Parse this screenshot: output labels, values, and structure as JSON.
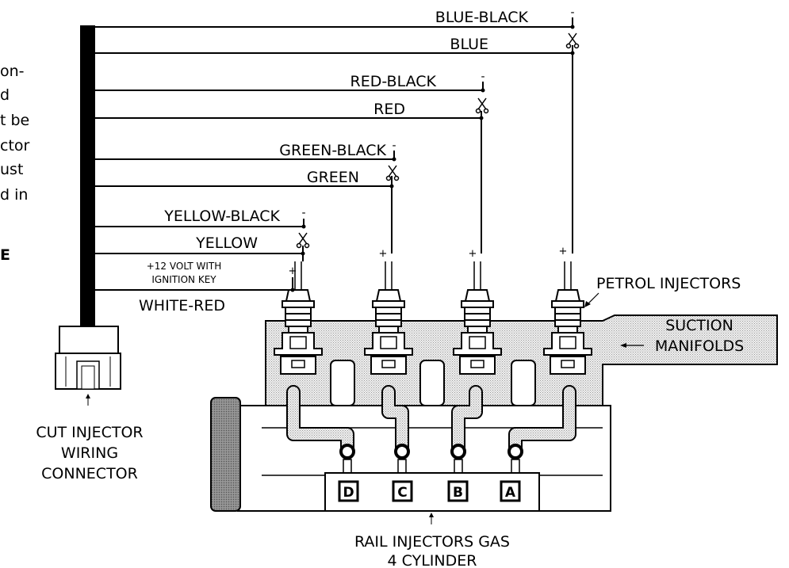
{
  "side_text": {
    "line1": "on-",
    "line2": "d",
    "line3": "t be",
    "line4": "ctor",
    "line5": "ust",
    "line6": "d in",
    "line7": "E"
  },
  "wires": {
    "blue_black": "BLUE-BLACK",
    "blue": "BLUE",
    "red_black": "RED-BLACK",
    "red": "RED",
    "green_black": "GREEN-BLACK",
    "green": "GREEN",
    "yellow_black": "YELLOW-BLACK",
    "yellow": "YELLOW",
    "plus12_line1": "+12 VOLT WITH",
    "plus12_line2": "IGNITION KEY",
    "white_red": "WHITE-RED"
  },
  "polarity": {
    "minus": "-",
    "plus": "+"
  },
  "labels": {
    "petrol_injectors": "PETROL INJECTORS",
    "suction_line1": "SUCTION",
    "suction_line2": "MANIFOLDS",
    "connector_line1": "CUT INJECTOR",
    "connector_line2": "WIRING",
    "connector_line3": "CONNECTOR",
    "rail_line1": "RAIL INJECTORS GAS",
    "rail_line2": "4 CYLINDER"
  },
  "gas_injectors": [
    "D",
    "C",
    "B",
    "A"
  ]
}
